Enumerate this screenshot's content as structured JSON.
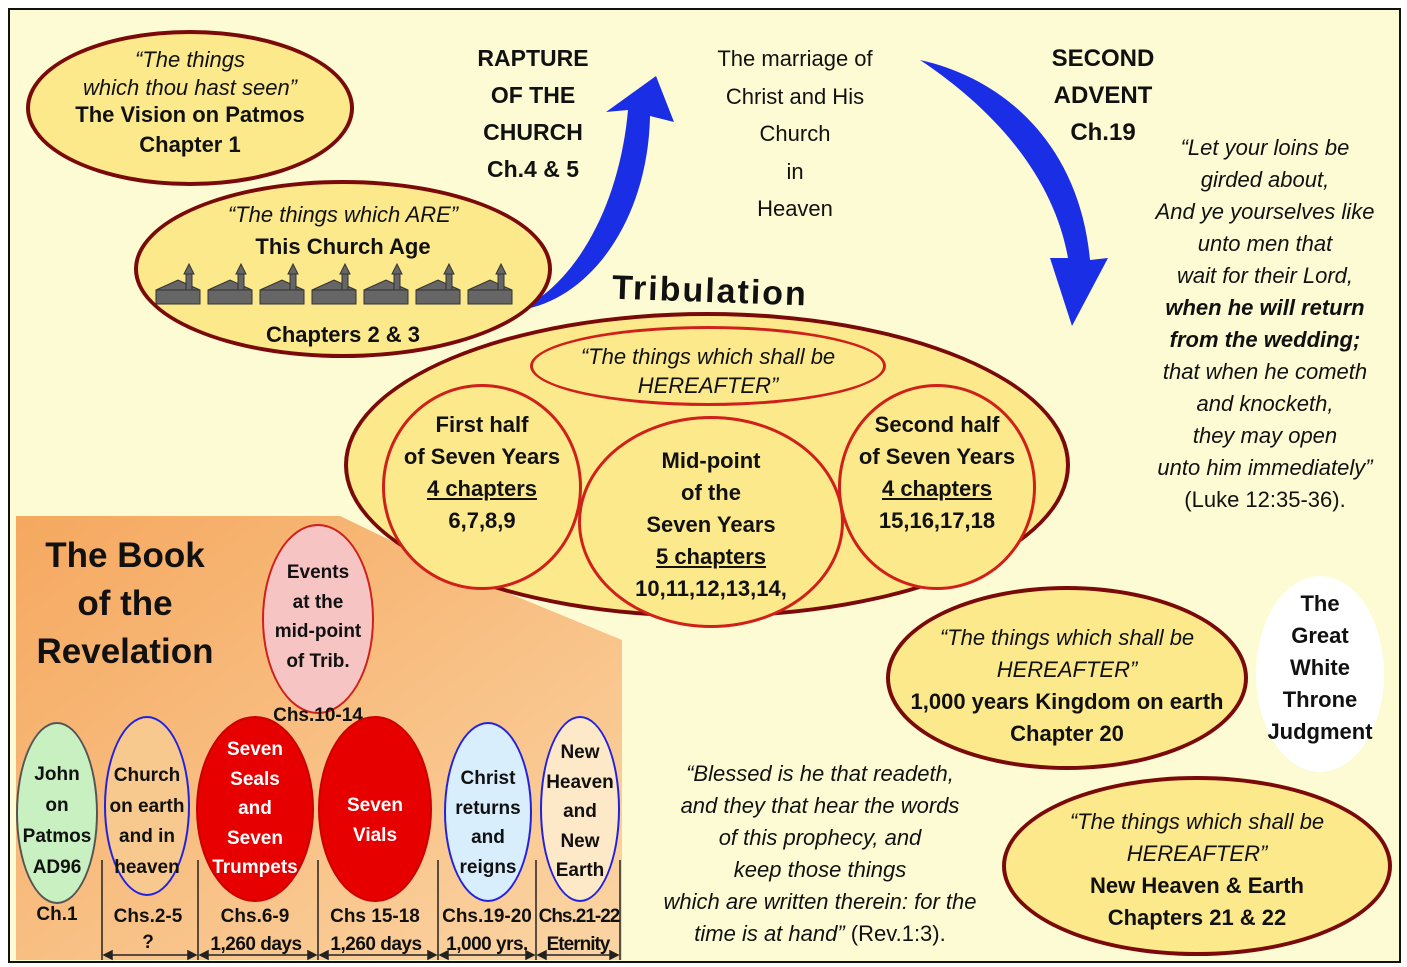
{
  "header": {
    "rapture": [
      "RAPTURE",
      "OF THE",
      "CHURCH",
      "Ch.4 & 5"
    ],
    "marriage": [
      "The marriage of",
      "Christ and His",
      "Church",
      "in",
      "Heaven"
    ],
    "second_advent": [
      "SECOND",
      "ADVENT",
      "Ch.19"
    ],
    "tribulation": "Tribulation"
  },
  "patmos": {
    "quote": [
      "“The things",
      "which thou hast seen”"
    ],
    "title": "The Vision on Patmos",
    "chapter": "Chapter 1"
  },
  "church_age": {
    "quote": "“The things which ARE”",
    "title": "This Church Age",
    "chapters": "Chapters 2 & 3"
  },
  "luke_quote": {
    "lines": [
      "“Let your loins be",
      "girded about,",
      "And ye yourselves like",
      "unto men that",
      "wait for their Lord,"
    ],
    "bold_lines": [
      "when he will return",
      "from the wedding;"
    ],
    "tail_lines": [
      "that when he cometh",
      "and knocketh,",
      "they may open",
      "unto him immediately”"
    ],
    "reference": "(Luke 12:35-36)."
  },
  "tribulation_block": {
    "hereafter": [
      "“The things which shall be",
      "HEREAFTER”"
    ],
    "first_half": {
      "title": [
        "First half",
        "of Seven Years"
      ],
      "count": "4 chapters",
      "chapters": "6,7,8,9"
    },
    "mid_point": {
      "title": [
        "Mid-point",
        "of the",
        "Seven Years"
      ],
      "count": "5 chapters",
      "chapters": "10,11,12,13,14,"
    },
    "second_half": {
      "title": [
        "Second half",
        "of Seven Years"
      ],
      "count": "4 chapters",
      "chapters": "15,16,17,18"
    }
  },
  "book_title": [
    "The Book",
    "of the",
    "Revelation"
  ],
  "mid_events": {
    "label": [
      "Events",
      "at the",
      "mid-point",
      "of Trib."
    ],
    "chapters": "Chs.10-14"
  },
  "timeline": [
    {
      "label": [
        "John",
        "on",
        "Patmos",
        "AD96"
      ],
      "chapters": "Ch.1",
      "duration": "",
      "fill": "#c8f0c0",
      "border": "#555555",
      "text": "#111111"
    },
    {
      "label": [
        "Church",
        "on earth",
        "and in",
        "heaven"
      ],
      "chapters": "Chs.2-5",
      "duration": "?",
      "fill": "#f7c98e",
      "border": "#2222dd",
      "text": "#111111"
    },
    {
      "label": [
        "Seven",
        "Seals",
        "and",
        "Seven",
        "Trumpets"
      ],
      "chapters": "Chs.6-9",
      "duration": "1,260 days",
      "fill": "#e60000",
      "border": "#cc0000",
      "text": "#ffffff"
    },
    {
      "label": [
        "Seven",
        "Vials"
      ],
      "chapters": "Chs 15-18",
      "duration": "1,260 days",
      "fill": "#e60000",
      "border": "#cc0000",
      "text": "#ffffff"
    },
    {
      "label": [
        "Christ",
        "returns",
        "and",
        "reigns"
      ],
      "chapters": "Chs.19-20",
      "duration": "1,000 yrs.",
      "fill": "#d8eefc",
      "border": "#2222dd",
      "text": "#111111"
    },
    {
      "label": [
        "New",
        "Heaven",
        "and",
        "New",
        "Earth"
      ],
      "chapters": "Chs.21-22",
      "duration": "Eternity",
      "fill": "#fde8c8",
      "border": "#2222dd",
      "text": "#111111"
    }
  ],
  "kingdom": {
    "quote": [
      "“The things which shall be",
      "HEREAFTER”"
    ],
    "title": "1,000 years Kingdom on earth",
    "chapter": "Chapter 20"
  },
  "white_throne": [
    "The",
    "Great",
    "White",
    "Throne",
    "Judgment"
  ],
  "blessed_quote": {
    "lines": [
      "“Blessed is he that readeth,",
      "and they that hear the words",
      "of this prophecy, and",
      "keep those things",
      "which are written therein: for the"
    ],
    "last_italic": "time is at hand”",
    "reference": " (Rev.1:3)."
  },
  "new_heaven": {
    "quote": [
      "“The things which shall be",
      "HEREAFTER”"
    ],
    "title": "New Heaven & Earth",
    "chapters": "Chapters 21 & 22"
  },
  "colors": {
    "background": "#fdfbd3",
    "ellipse_fill": "#fbe98c",
    "ellipse_border": "#7a0a0a",
    "arrow": "#1a2ee6",
    "inner_border": "#d0201a"
  }
}
